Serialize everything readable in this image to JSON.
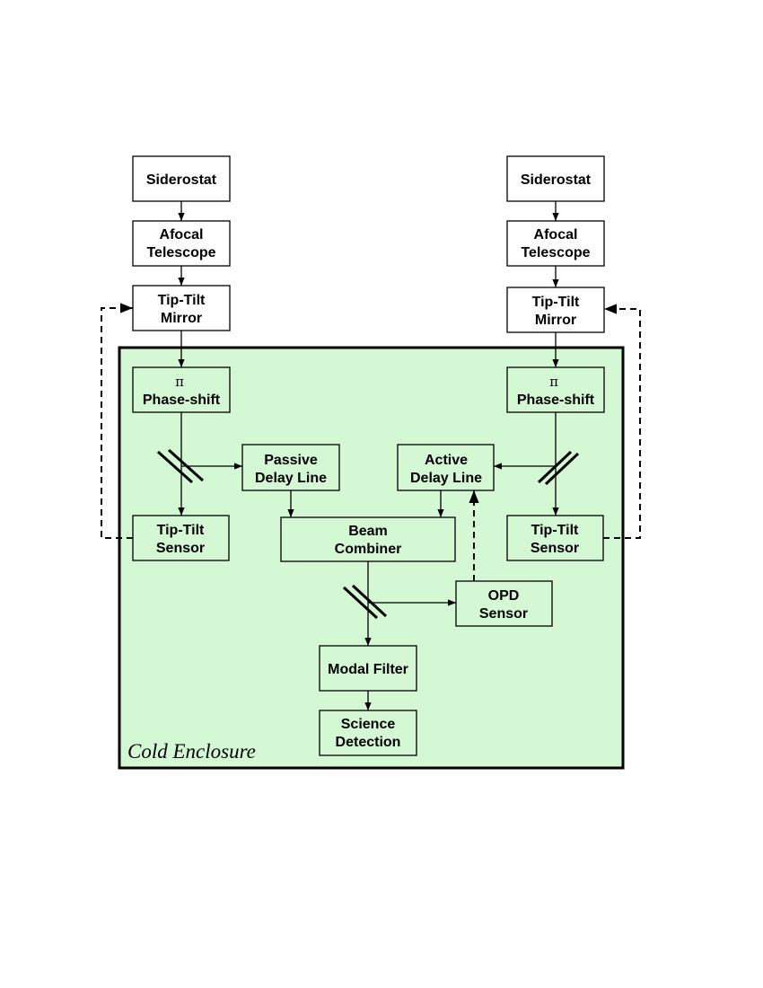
{
  "enclosure": {
    "label": "Cold Enclosure",
    "color": "#d4f7d4"
  },
  "left_train": {
    "siderostat": "Siderostat",
    "afocal": [
      "Afocal",
      "Telescope"
    ],
    "tiptilt_mirror": [
      "Tip-Tilt",
      "Mirror"
    ],
    "phase_shift": [
      "π",
      "Phase-shift"
    ],
    "tiptilt_sensor": [
      "Tip-Tilt",
      "Sensor"
    ]
  },
  "right_train": {
    "siderostat": "Siderostat",
    "afocal": [
      "Afocal",
      "Telescope"
    ],
    "tiptilt_mirror": [
      "Tip-Tilt",
      "Mirror"
    ],
    "phase_shift": [
      "π",
      "Phase-shift"
    ],
    "tiptilt_sensor": [
      "Tip-Tilt",
      "Sensor"
    ]
  },
  "center": {
    "passive_delay": [
      "Passive",
      "Delay Line"
    ],
    "active_delay": [
      "Active",
      "Delay Line"
    ],
    "beam_combiner": [
      "Beam",
      "Combiner"
    ],
    "opd_sensor": [
      "OPD",
      "Sensor"
    ],
    "modal_filter": "Modal Filter",
    "science_detection": [
      "Science",
      "Detection"
    ]
  }
}
